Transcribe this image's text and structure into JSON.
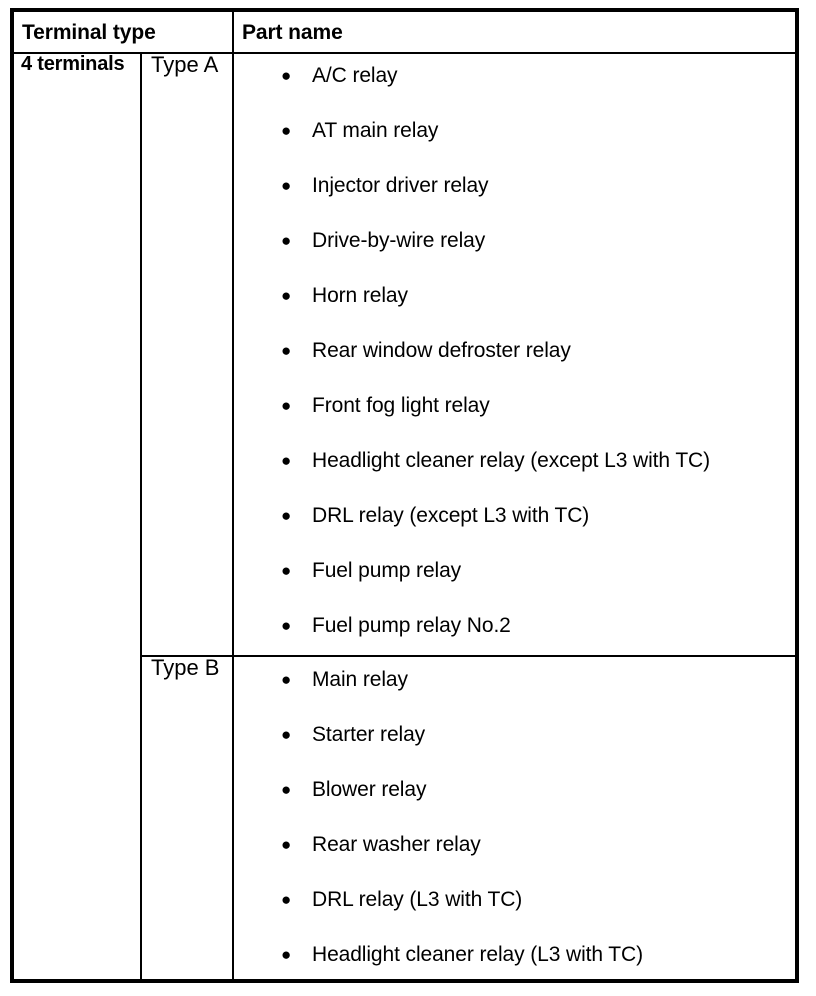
{
  "table": {
    "headers": {
      "terminal_type": "Terminal type",
      "part_name": "Part name"
    },
    "terminal_group": {
      "label": "4 terminals"
    },
    "bullet_glyph": "●",
    "rows": [
      {
        "type_label": "Type A",
        "parts": [
          "A/C relay",
          "AT main relay",
          "Injector driver relay",
          "Drive-by-wire relay",
          "Horn relay",
          "Rear window defroster relay",
          "Front fog light relay",
          "Headlight cleaner relay (except L3 with TC)",
          "DRL relay (except L3 with TC)",
          "Fuel pump relay",
          "Fuel pump relay No.2"
        ]
      },
      {
        "type_label": "Type B",
        "parts": [
          "Main relay",
          "Starter relay",
          "Blower relay",
          "Rear washer relay",
          "DRL relay (L3 with TC)",
          "Headlight cleaner relay (L3 with TC)"
        ]
      }
    ]
  },
  "colors": {
    "border": "#000000",
    "text": "#000000",
    "background": "#ffffff"
  }
}
